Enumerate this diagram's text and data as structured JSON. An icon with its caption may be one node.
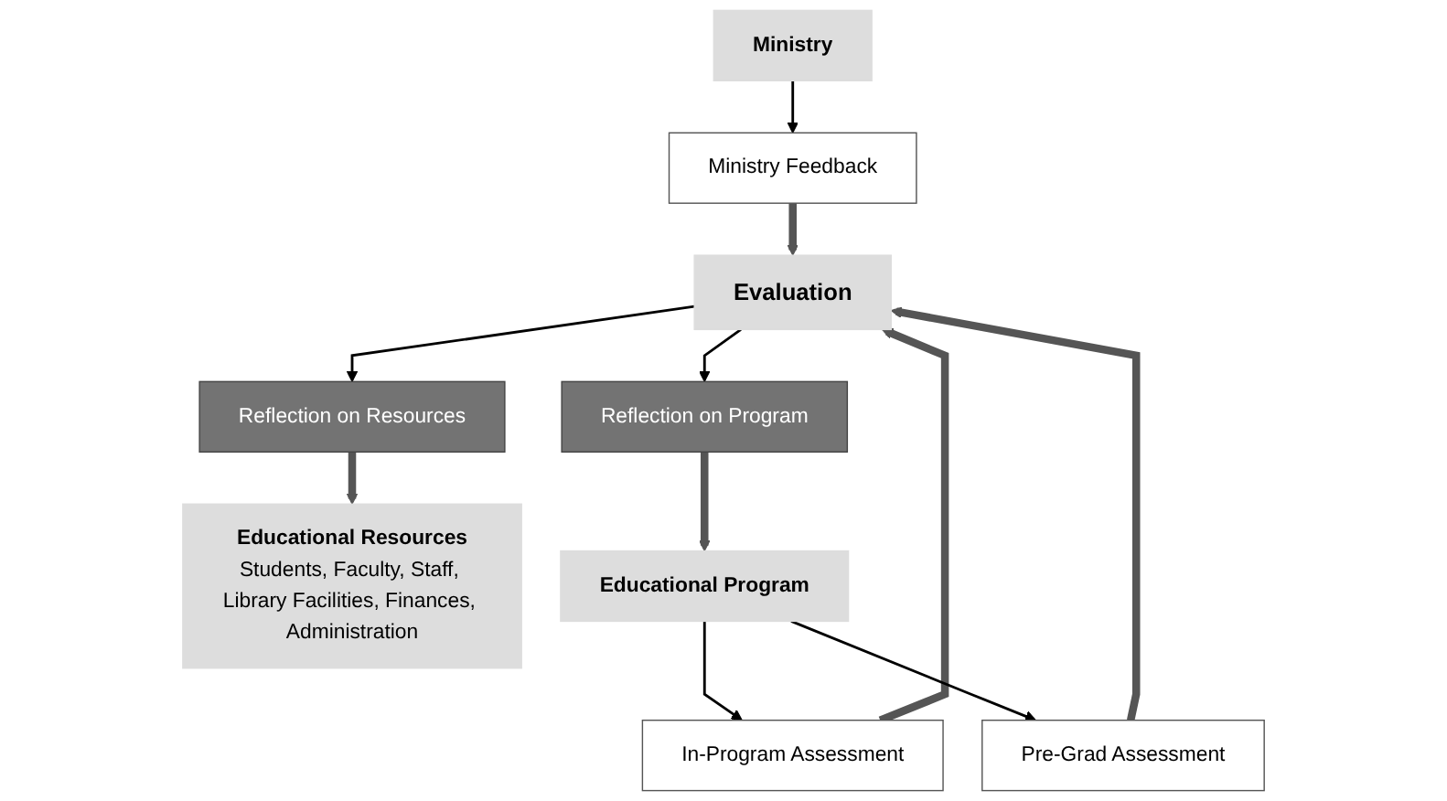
{
  "diagram": {
    "nodes": [
      {
        "text": [
          "Evaluation"
        ]
      },
      {
        "text": [
          "In-Program Assessment"
        ]
      },
      {
        "text": [
          "Pre-Grad Assessment"
        ]
      },
      {
        "text": [
          "Ministry Feedback"
        ]
      },
      {
        "text": [
          "Reflection on Resources"
        ]
      },
      {
        "text": [
          "Reflection on Program"
        ]
      },
      {
        "text": [
          "Educational Resources",
          "Students, Faculty, Staff, Library Facilities, Finances, Administration"
        ]
      },
      {
        "text": [
          "Educational Program"
        ]
      },
      {
        "text": [
          "Ministry"
        ]
      }
    ],
    "edges": [
      {
        "from": 0,
        "to": 4,
        "arrow": "to"
      },
      {
        "from": 0,
        "to": 5,
        "arrow": "to"
      },
      {
        "from": 1,
        "to": 0,
        "arrow": "to",
        "style": "thick"
      },
      {
        "from": 2,
        "to": 0,
        "arrow": "to",
        "style": "thick"
      },
      {
        "from": 3,
        "to": 0,
        "arrow": "to",
        "style": "thick"
      },
      {
        "from": 4,
        "to": 6,
        "arrow": "to",
        "style": "thick"
      },
      {
        "from": 5,
        "to": 7,
        "arrow": "to",
        "style": "thick"
      },
      {
        "from": 7,
        "to": 1,
        "arrow": "to"
      },
      {
        "from": 7,
        "to": 2,
        "arrow": "to"
      },
      {
        "from": 8,
        "to": 3,
        "arrow": "to"
      }
    ]
  }
}
